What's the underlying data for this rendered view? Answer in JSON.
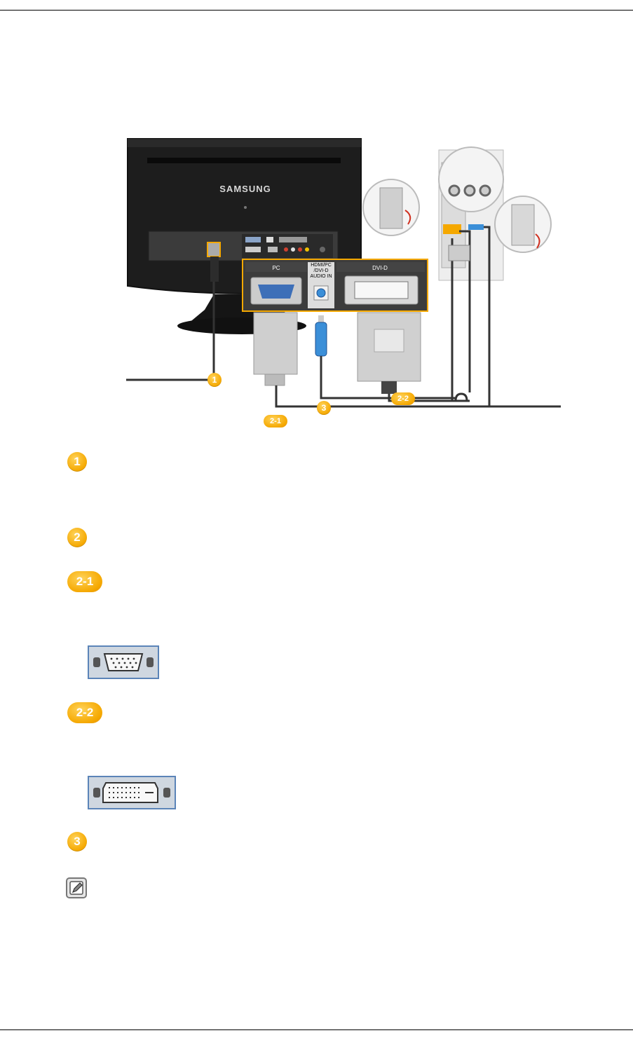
{
  "diagram": {
    "brand": "SAMSUNG",
    "panel_labels": {
      "pc": "PC",
      "audio_line1": "HDMI/PC",
      "audio_line2": "/DVI-D",
      "audio_line3": "AUDIO IN",
      "dvi": "DVI-D"
    },
    "callouts": {
      "power": "1",
      "audio": "3",
      "vga": "2-1",
      "dvi": "2-2"
    }
  },
  "legend": {
    "item1": "1",
    "item2": "2",
    "item2_1": "2-1",
    "item2_2": "2-2",
    "item3": "3"
  },
  "thumbnails": {
    "vga": "d-sub-port-icon",
    "dvi": "dvi-port-icon"
  },
  "note": {
    "icon": "note-pencil-icon"
  }
}
